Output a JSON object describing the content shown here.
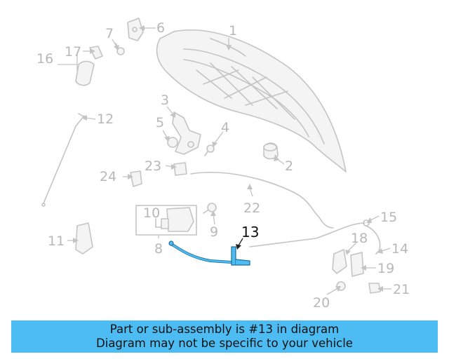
{
  "callouts": {
    "c1": "1",
    "c2": "2",
    "c3": "3",
    "c4": "4",
    "c5": "5",
    "c6": "6",
    "c7": "7",
    "c8": "8",
    "c9": "9",
    "c10": "10",
    "c11": "11",
    "c12": "12",
    "c13": "13",
    "c14": "14",
    "c15": "15",
    "c16": "16",
    "c17": "17",
    "c18": "18",
    "c19": "19",
    "c20": "20",
    "c21": "21",
    "c22": "22",
    "c23": "23",
    "c24": "24"
  },
  "highlight": {
    "part_number": "13",
    "color": "#4dbcf2"
  },
  "banner": {
    "line1": "Part or sub-assembly is #13 in diagram",
    "line2": "Diagram may not be specific to your vehicle",
    "background": "#4dbcf2"
  }
}
